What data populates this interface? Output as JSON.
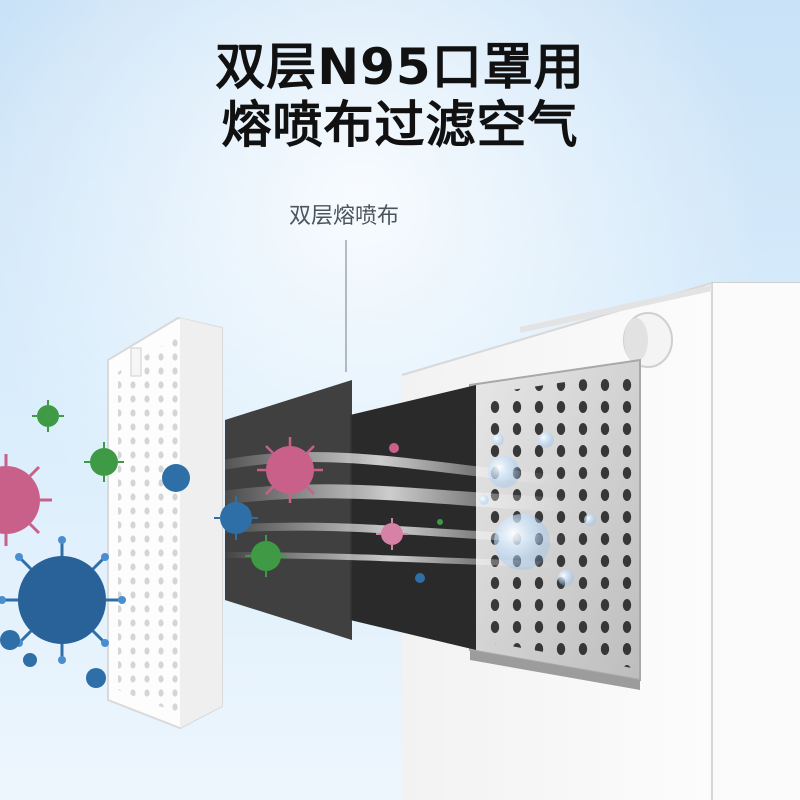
{
  "headline": {
    "line1": "双层N95口罩用",
    "line2": "熔喷布过滤空气"
  },
  "callout": {
    "label": "双层熔喷布"
  },
  "colors": {
    "background_top": "#cfe5f8",
    "background_bottom": "#e6f2fc",
    "headline_text": "#111111",
    "filter_panel": "#f7f7f7",
    "meltblown_layer": "#2b2b2b",
    "virus_pink": "#c8608a",
    "virus_blue": "#2f6fa8",
    "virus_green": "#3f9a45"
  },
  "scene_elements": [
    "front-filter-frame-icon",
    "meltblown-layer-icon",
    "metal-grille-icon",
    "purifier-housing-icon",
    "virus-icon",
    "bubble-icon"
  ]
}
